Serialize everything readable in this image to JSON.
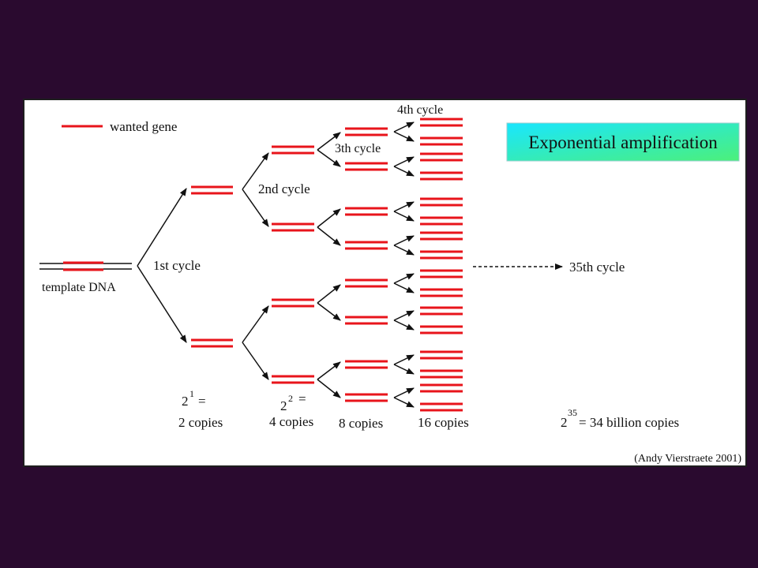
{
  "legend": {
    "label": "wanted gene",
    "color": "#e8141b"
  },
  "title_box": {
    "text": "Exponential amplification",
    "gradient": [
      "#19e6ff",
      "#4cf07a"
    ]
  },
  "template_label": "template DNA",
  "cycles": {
    "c1": "1st cycle",
    "c2": "2nd cycle",
    "c3": "3th cycle",
    "c4": "4th cycle",
    "c35": "35th cycle"
  },
  "copies": {
    "c1": {
      "base": "2",
      "exp": "1",
      "eq": "=",
      "label": "2 copies"
    },
    "c2": {
      "base": "2",
      "exp": "2",
      "eq": "=",
      "label": "4 copies"
    },
    "c3": {
      "label": "8 copies"
    },
    "c4": {
      "label": "16 copies"
    },
    "c35": {
      "base": "2",
      "exp": "35",
      "rest": "= 34 billion copies"
    }
  },
  "credit": "(Andy Vierstraete 2001)",
  "colors": {
    "background": "#2a0a2f",
    "panel": "#ffffff",
    "strand": "#e8141b",
    "line": "#111111"
  }
}
